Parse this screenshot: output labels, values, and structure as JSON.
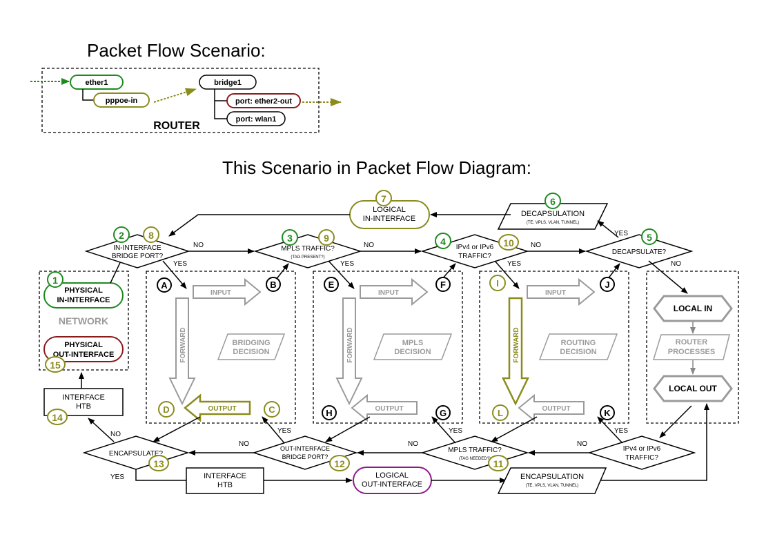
{
  "title": "Packet Flow Scenario:",
  "diagram_title": "This Scenario in Packet Flow Diagram:",
  "colors": {
    "green": "#1e8a1e",
    "olive": "#8b8b1e",
    "darkred": "#8b1a1a",
    "purple": "#8b1a8b",
    "grey": "#9a9a9a"
  },
  "scenario": {
    "ether1": "ether1",
    "pppoe": "pppoe-in",
    "bridge": "bridge1",
    "port1": "port: ether2-out",
    "port2": "port: wlan1",
    "router": "ROUTER"
  },
  "network": {
    "phys_in_1": "PHYSICAL",
    "phys_in_2": "IN-INTERFACE",
    "label": "NETWORK",
    "phys_out_1": "PHYSICAL",
    "phys_out_2": "OUT-INTERFACE",
    "htb_1": "INTERFACE",
    "htb_2": "HTB"
  },
  "top": {
    "logical_in_1": "LOGICAL",
    "logical_in_2": "IN-INTERFACE",
    "decap_1": "DECAPSULATION",
    "decap_2": "(TE, VPLS, VLAN, TUNNEL)",
    "d_bridge_1": "IN-INTERFACE",
    "d_bridge_2": "BRIDGE PORT?",
    "d_mpls_1": "MPLS TRAFFIC?",
    "d_mpls_2": "(TAG PRESENT?)",
    "d_ip_1": "IPv4 or IPv6",
    "d_ip_2": "TRAFFIC?",
    "d_decap": "DECAPSULATE?",
    "no": "NO",
    "yes": "YES"
  },
  "boxes": {
    "input": "INPUT",
    "output": "OUTPUT",
    "forward": "FORWARD",
    "bridging_1": "BRIDGING",
    "bridging_2": "DECISION",
    "mpls_1": "MPLS",
    "mpls_2": "DECISION",
    "routing_1": "ROUTING",
    "routing_2": "DECISION"
  },
  "letters": [
    "A",
    "B",
    "C",
    "D",
    "E",
    "F",
    "G",
    "H",
    "I",
    "J",
    "K",
    "L"
  ],
  "local": {
    "local_in": "LOCAL IN",
    "proc_1": "ROUTER",
    "proc_2": "PROCESSES",
    "local_out": "LOCAL OUT"
  },
  "bottom": {
    "d_ip_1": "IPv4 or IPv6",
    "d_ip_2": "TRAFFIC?",
    "d_mpls_1": "MPLS TRAFFIC?",
    "d_mpls_2": "(TAG NEEDED?)",
    "d_out_1": "OUT-INTERFACE",
    "d_out_2": "BRIDGE PORT?",
    "d_encap": "ENCAPSULATE?",
    "htb_1": "INTERFACE",
    "htb_2": "HTB",
    "logical_out_1": "LOGICAL",
    "logical_out_2": "OUT-INTERFACE",
    "encap_1": "ENCAPSULATION",
    "encap_2": "(TE, VPLS, VLAN, TUNNEL)"
  },
  "steps": [
    "1",
    "2",
    "3",
    "4",
    "5",
    "6",
    "7",
    "8",
    "9",
    "10",
    "11",
    "12",
    "13",
    "14",
    "15"
  ]
}
